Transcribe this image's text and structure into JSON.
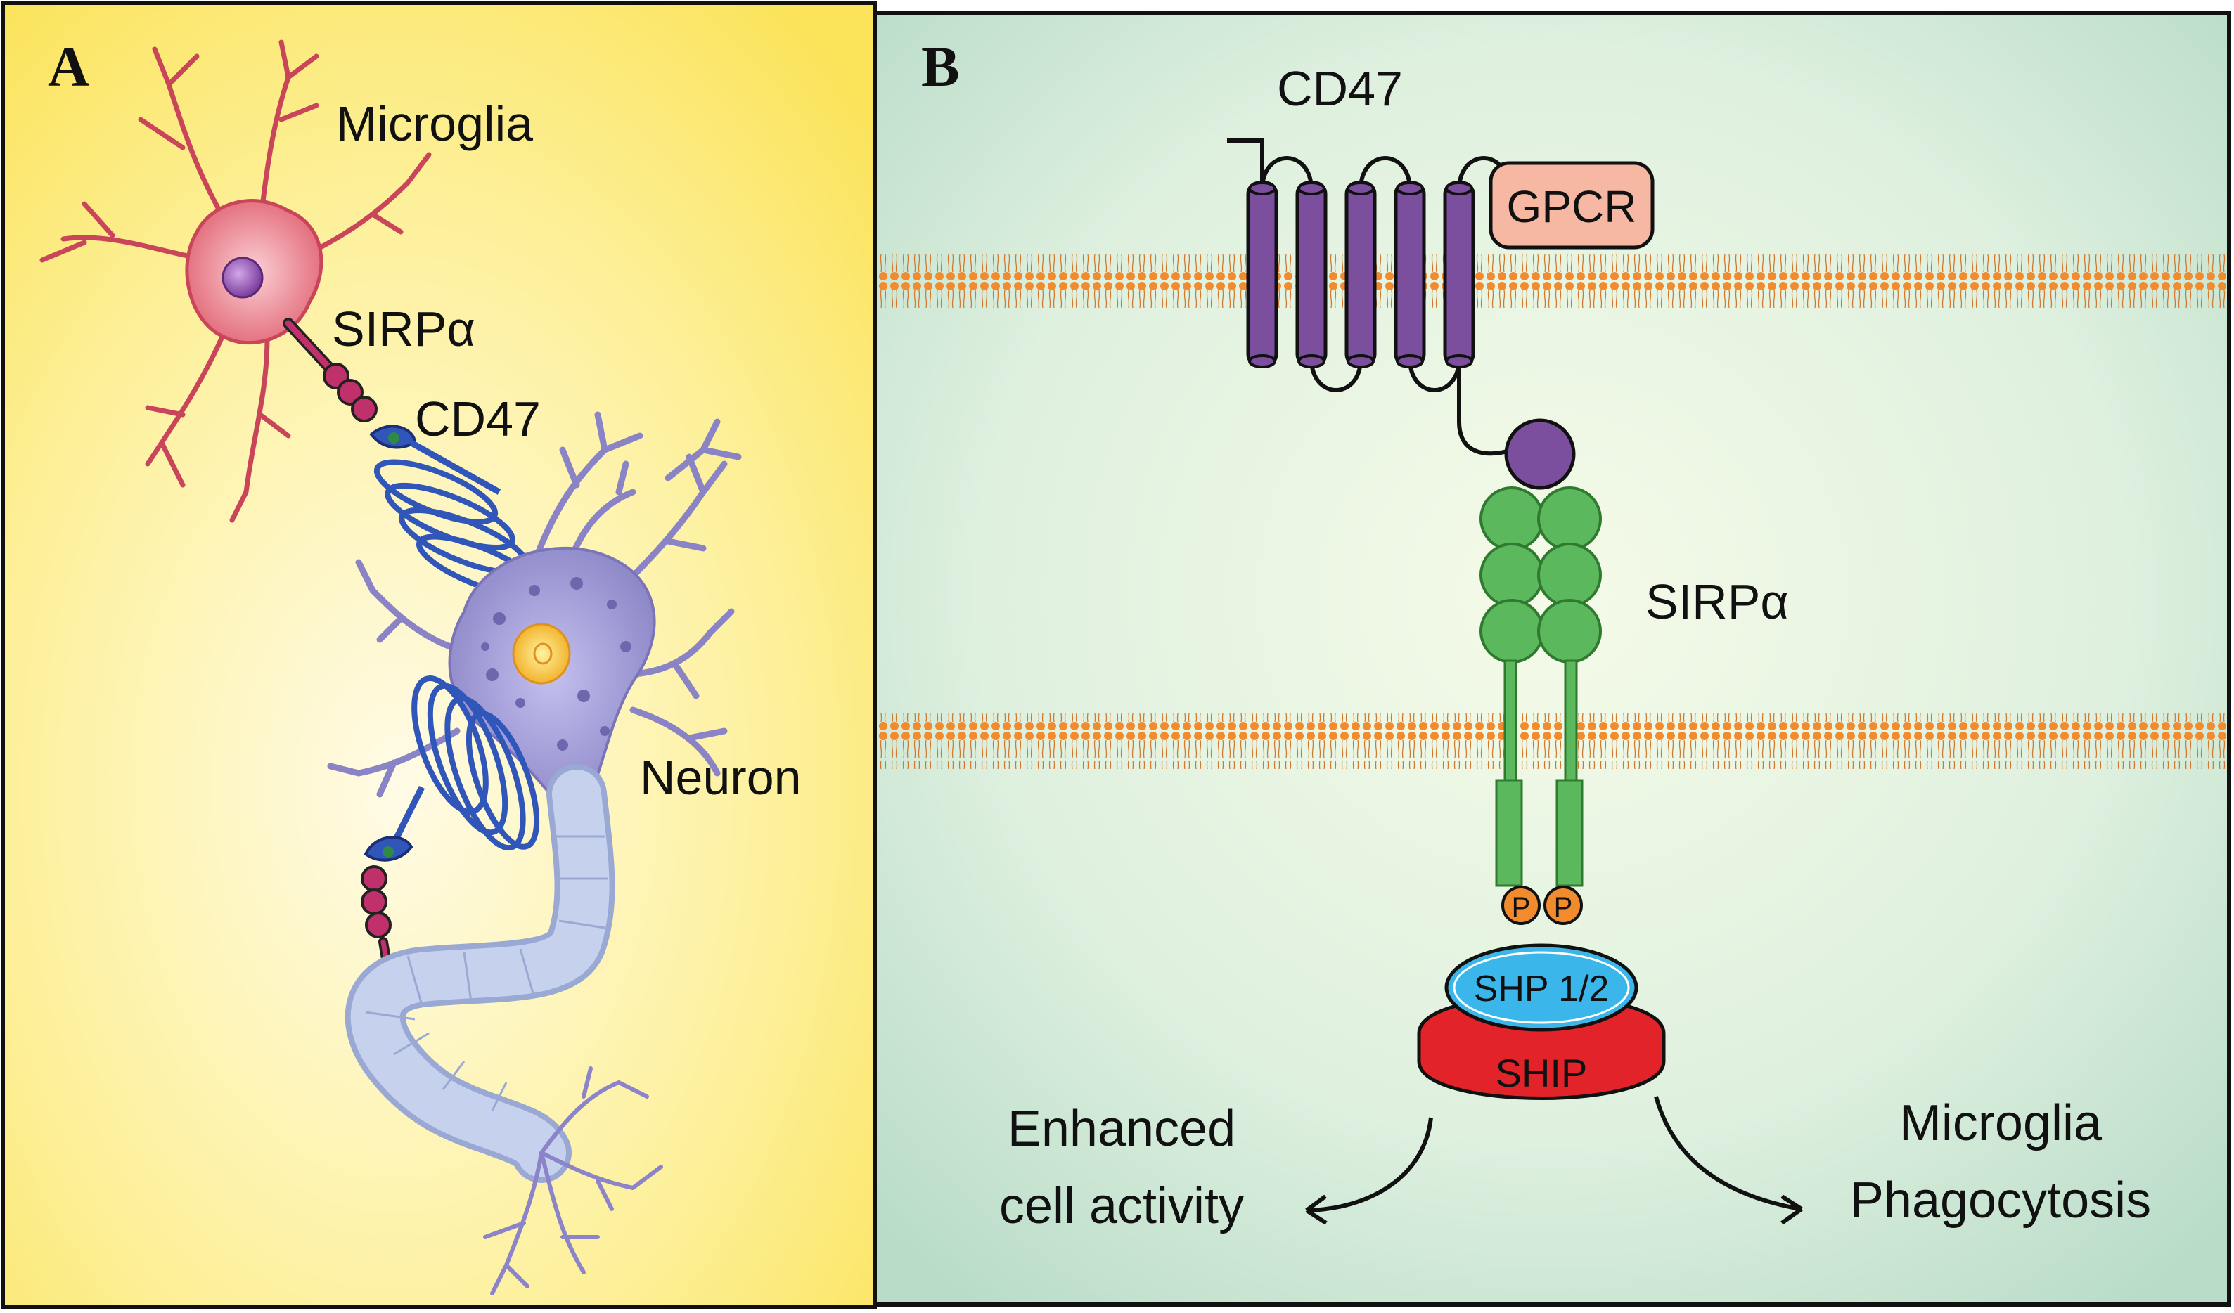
{
  "panel_a": {
    "letter": "A",
    "microglia_label": "Microglia",
    "sirpa_label": "SIRPα",
    "cd47_label": "CD47",
    "neuron_label": "Neuron"
  },
  "panel_b": {
    "letter": "B",
    "cd47_label": "CD47",
    "gpcr_label": "GPCR",
    "sirpa_label": "SIRPα",
    "phospho_label": "P",
    "shp_label": "SHP 1/2",
    "ship_label": "SHIP",
    "outcome_left": [
      "Enhanced",
      "cell activity"
    ],
    "outcome_right": [
      "Microglia",
      "Phagocytosis"
    ]
  },
  "colors": {
    "panel_a_bg": "#fde96a",
    "panel_b_bg": "#cde9dc",
    "microglia": "#e5788a",
    "neuron": "#9a94d4",
    "axon": "#bcc8e6",
    "cd47_purple": "#7b4f9e",
    "sirpa_green": "#5cb85c",
    "membrane_orange": "#f28a2e",
    "gpcr_fill": "#f6b8a2",
    "shp_blue": "#3ab6ea",
    "ship_red": "#e3232a"
  }
}
